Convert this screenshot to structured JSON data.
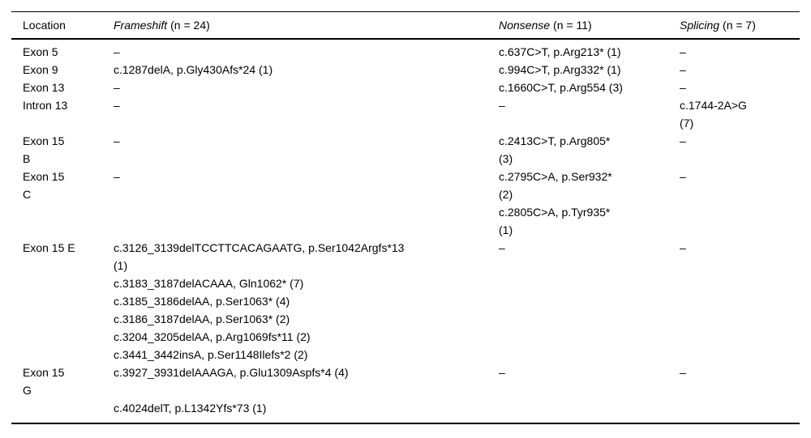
{
  "table": {
    "columns": [
      {
        "label": "Location",
        "count": ""
      },
      {
        "label": "Frameshift",
        "count": "(n = 24)"
      },
      {
        "label": "Nonsense",
        "count": "(n = 11)"
      },
      {
        "label": "Splicing",
        "count": "(n = 7)"
      }
    ],
    "rows": [
      {
        "location": [
          "Exon 5"
        ],
        "frameshift": [
          "–"
        ],
        "nonsense": [
          "c.637C>T, p.Arg213* (1)"
        ],
        "splicing": [
          "–"
        ]
      },
      {
        "location": [
          "Exon 9"
        ],
        "frameshift": [
          "c.1287delA, p.Gly430Afs*24 (1)"
        ],
        "nonsense": [
          "c.994C>T, p.Arg332* (1)"
        ],
        "splicing": [
          "–"
        ]
      },
      {
        "location": [
          "Exon 13"
        ],
        "frameshift": [
          "–"
        ],
        "nonsense": [
          "c.1660C>T, p.Arg554 (3)"
        ],
        "splicing": [
          "–"
        ]
      },
      {
        "location": [
          "Intron 13"
        ],
        "frameshift": [
          "–"
        ],
        "nonsense": [
          "–"
        ],
        "splicing": [
          "c.1744-2A>G",
          "(7)"
        ]
      },
      {
        "location": [
          "Exon 15",
          "B"
        ],
        "frameshift": [
          "–"
        ],
        "nonsense": [
          "c.2413C>T, p.Arg805*",
          "(3)"
        ],
        "splicing": [
          "–"
        ]
      },
      {
        "location": [
          "Exon 15",
          "C"
        ],
        "frameshift": [
          "–"
        ],
        "nonsense": [
          "c.2795C>A, p.Ser932*",
          "(2)",
          "c.2805C>A, p.Tyr935*",
          "(1)"
        ],
        "splicing": [
          "–"
        ]
      },
      {
        "location": [
          "Exon 15 E"
        ],
        "frameshift": [
          "c.3126_3139delTCCTTCACAGAATG, p.Ser1042Argfs*13",
          "(1)",
          "c.3183_3187delACAAA, Gln1062* (7)",
          "c.3185_3186delAA, p.Ser1063* (4)",
          "c.3186_3187delAA, p.Ser1063* (2)",
          "c.3204_3205delAA, p.Arg1069fs*11 (2)",
          "c.3441_3442insA, p.Ser1148Ilefs*2 (2)"
        ],
        "nonsense": [
          "–"
        ],
        "splicing": [
          "–"
        ]
      },
      {
        "location": [
          "Exon 15",
          "G"
        ],
        "frameshift": [
          "c.3927_3931delAAAGA, p.Glu1309Aspfs*4 (4)",
          "",
          "c.4024delT, p.L1342Yfs*73 (1)"
        ],
        "nonsense": [
          "–"
        ],
        "splicing": [
          "–"
        ]
      }
    ]
  }
}
